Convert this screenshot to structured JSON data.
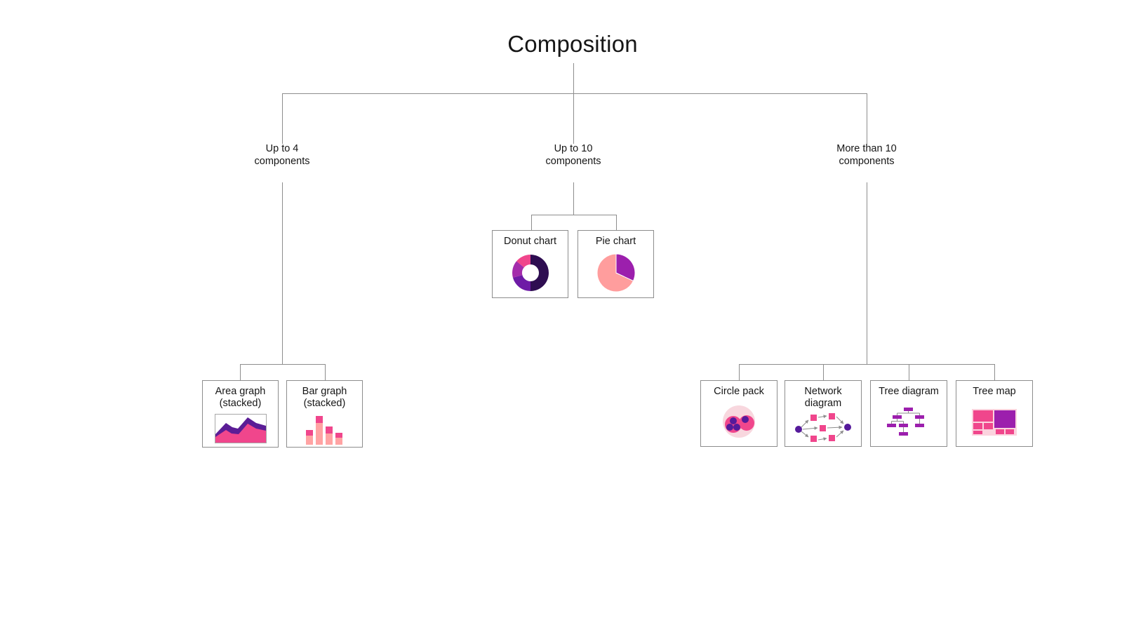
{
  "title": "Composition",
  "palette": {
    "line_gray": "#8d8d8d",
    "text": "#161616",
    "pink": "#f0468c",
    "salmon": "#ffa3a3",
    "pale_pink": "#f8d7de",
    "dark_purple": "#2e0d51",
    "purple": "#6e1ba6",
    "orchid": "#a42cab",
    "violet": "#551a9b",
    "magenta_purple": "#9c1fad"
  },
  "branches": [
    {
      "label": "Up to 4\ncomponents",
      "children": [
        {
          "label": "Area graph\n(stacked)",
          "icon": "stacked-area-graph-icon"
        },
        {
          "label": "Bar graph\n(stacked)",
          "icon": "stacked-bar-graph-icon"
        }
      ]
    },
    {
      "label": "Up to 10\ncomponents",
      "children": [
        {
          "label": "Donut chart",
          "icon": "donut-chart-icon"
        },
        {
          "label": "Pie chart",
          "icon": "pie-chart-icon"
        }
      ]
    },
    {
      "label": "More than 10\ncomponents",
      "children": [
        {
          "label": "Circle pack",
          "icon": "circle-pack-icon"
        },
        {
          "label": "Network\ndiagram",
          "icon": "network-diagram-icon"
        },
        {
          "label": "Tree diagram",
          "icon": "tree-diagram-icon"
        },
        {
          "label": "Tree map",
          "icon": "tree-map-icon"
        }
      ]
    }
  ]
}
